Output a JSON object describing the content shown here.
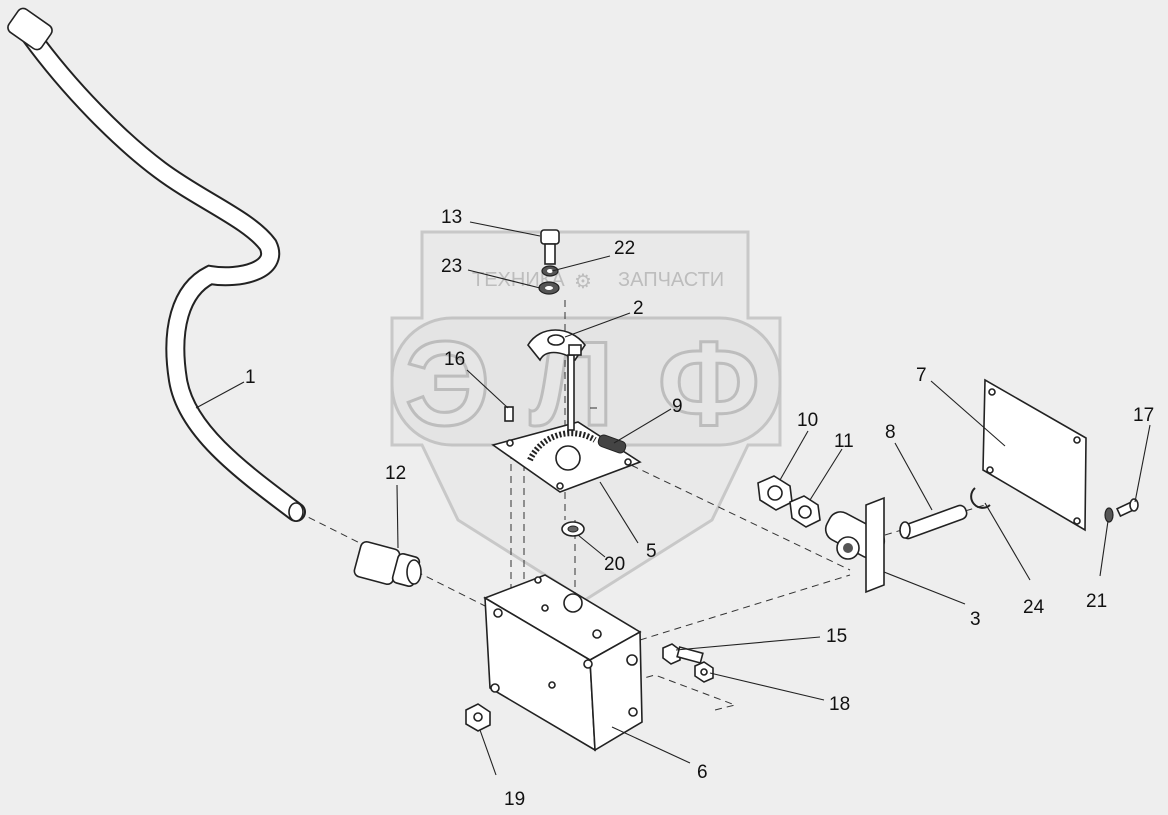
{
  "watermark": {
    "left_word": "ТЕХНИКА",
    "right_word": "ЗАПЧАСТИ",
    "big_text": "ЭЛФ"
  },
  "callouts": [
    {
      "id": "callout-1",
      "text": "1"
    },
    {
      "id": "callout-2",
      "text": "2"
    },
    {
      "id": "callout-3",
      "text": "3"
    },
    {
      "id": "callout-5",
      "text": "5"
    },
    {
      "id": "callout-6",
      "text": "6"
    },
    {
      "id": "callout-7",
      "text": "7"
    },
    {
      "id": "callout-8",
      "text": "8"
    },
    {
      "id": "callout-9",
      "text": "9"
    },
    {
      "id": "callout-10",
      "text": "10"
    },
    {
      "id": "callout-11",
      "text": "11"
    },
    {
      "id": "callout-12",
      "text": "12"
    },
    {
      "id": "callout-13",
      "text": "13"
    },
    {
      "id": "callout-15",
      "text": "15"
    },
    {
      "id": "callout-16",
      "text": "16"
    },
    {
      "id": "callout-17",
      "text": "17"
    },
    {
      "id": "callout-18",
      "text": "18"
    },
    {
      "id": "callout-19",
      "text": "19"
    },
    {
      "id": "callout-20",
      "text": "20"
    },
    {
      "id": "callout-21",
      "text": "21"
    },
    {
      "id": "callout-22",
      "text": "22"
    },
    {
      "id": "callout-23",
      "text": "23"
    },
    {
      "id": "callout-24",
      "text": "24"
    }
  ],
  "colors": {
    "background": "#eeeeee",
    "line": "#222222",
    "watermark": "#bdbdbd"
  }
}
